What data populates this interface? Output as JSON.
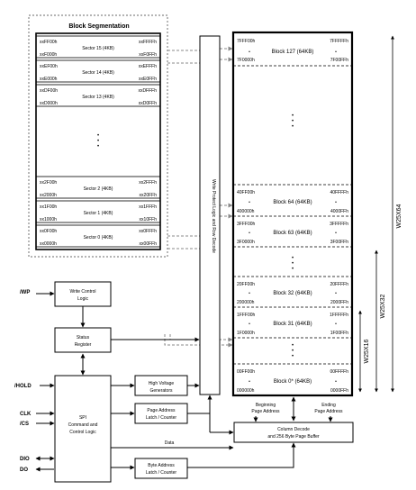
{
  "block_segmentation": {
    "title": "Block Segmentation",
    "sectors": [
      {
        "label": "Sector 15 (4KB)",
        "top_left": "xxFF00h",
        "top_right": "xxFFFFh",
        "bottom_left": "xxF000h",
        "bottom_right": "xxF0FFh"
      },
      {
        "label": "Sector 14 (4KB)",
        "top_left": "xxEF00h",
        "top_right": "xxEFFFh",
        "bottom_left": "xxE000h",
        "bottom_right": "xxE0FFh"
      },
      {
        "label": "Sector 13 (4KB)",
        "top_left": "xxDF00h",
        "top_right": "xxDFFFh",
        "bottom_left": "xxD000h",
        "bottom_right": "xxD0FFh"
      },
      {
        "label": "Sector 2 (4KB)",
        "top_left": "xx2F00h",
        "top_right": "xx2FFFh",
        "bottom_left": "xx2000h",
        "bottom_right": "xx20FFh"
      },
      {
        "label": "Sector 1 (4KB)",
        "top_left": "xx1F00h",
        "top_right": "xx1FFFh",
        "bottom_left": "xx1000h",
        "bottom_right": "xx10FFh"
      },
      {
        "label": "Sector 0 (4KB)",
        "top_left": "xx0F00h",
        "top_right": "xx0FFFh",
        "bottom_left": "xx0000h",
        "bottom_right": "xx00FFh"
      }
    ]
  },
  "decoder_label": "Write Protect Logic and Row Decode",
  "memory_blocks": [
    {
      "label": "Block 127 (64KB)",
      "top_left": "7FFF00h",
      "top_right": "7FFFFFh",
      "bottom_left": "7F0000h",
      "bottom_right": "7F00FFh"
    },
    {
      "label": "Block 64 (64KB)",
      "top_left": "40FF00h",
      "top_right": "40FFFFh",
      "bottom_left": "400000h",
      "bottom_right": "4000FFh"
    },
    {
      "label": "Block 63 (64KB)",
      "top_left": "3FFF00h",
      "top_right": "3FFFFFh",
      "bottom_left": "3F0000h",
      "bottom_right": "3F00FFh"
    },
    {
      "label": "Block 32 (64KB)",
      "top_left": "20FF00h",
      "top_right": "20FFFFh",
      "bottom_left": "200000h",
      "bottom_right": "2000FFh"
    },
    {
      "label": "Block 31 (64KB)",
      "top_left": "1FFF00h",
      "top_right": "1FFFFFh",
      "bottom_left": "1F0000h",
      "bottom_right": "1F00FFh"
    },
    {
      "label": "Block 0* (64KB)",
      "top_left": "00FF00h",
      "top_right": "00FFFFh",
      "bottom_left": "000000h",
      "bottom_right": "0000FFh"
    }
  ],
  "density_labels": {
    "w25x64": "W25X64",
    "w25x32": "W25X32",
    "w25x16": "W25X16"
  },
  "signals": {
    "wp": "/WP",
    "hold": "/HOLD",
    "clk": "CLK",
    "cs": "/CS",
    "dio": "DIO",
    "do": "DO",
    "data": "Data"
  },
  "logic_blocks": {
    "write_control": [
      "Write Control",
      "Logic"
    ],
    "status_register": [
      "Status",
      "Register"
    ],
    "spi": [
      "SPI",
      "Command and",
      "Control Logic"
    ],
    "high_voltage": [
      "High Voltage",
      "Generators"
    ],
    "page_address_latch": [
      "Page Address",
      "Latch / Counter"
    ],
    "byte_address_latch": [
      "Byte Address",
      "Latch / Counter"
    ],
    "column_decode": [
      "Column Decode",
      "and 256 Byte Page Buffer"
    ]
  },
  "page_address_labels": {
    "beginning": [
      "Beginning",
      "Page Address"
    ],
    "ending": [
      "Ending",
      "Page Address"
    ]
  },
  "ellipsis": "•"
}
